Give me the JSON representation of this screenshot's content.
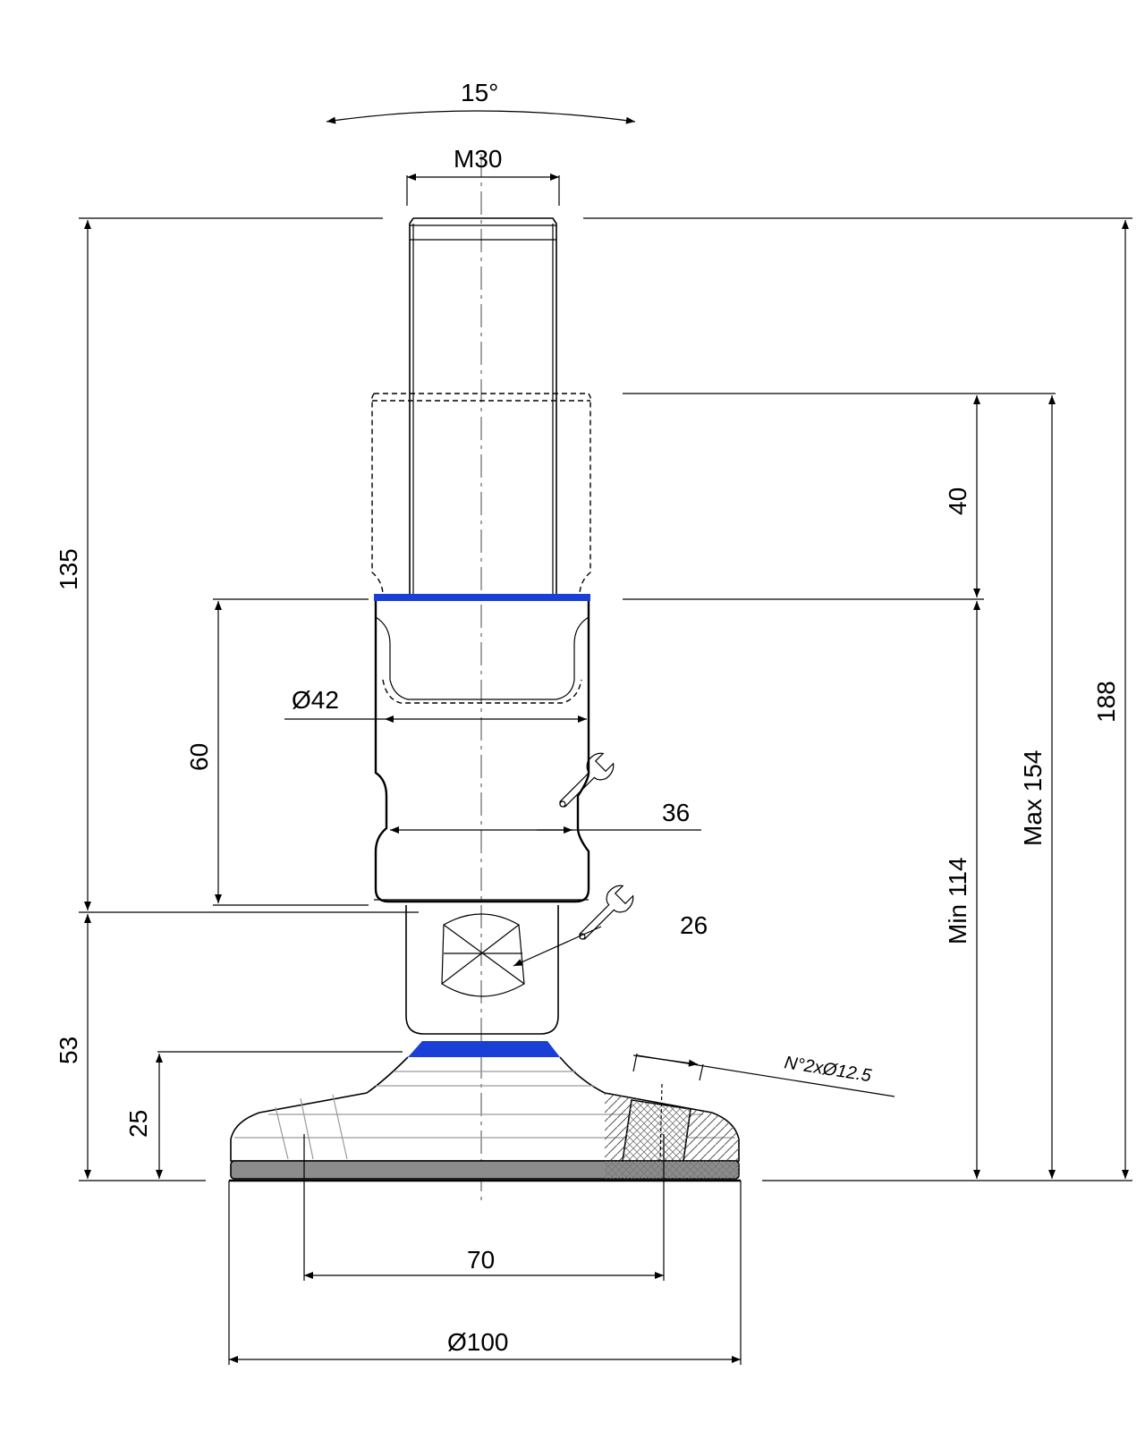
{
  "drawing": {
    "dimensions": {
      "tilt_angle": "15°",
      "thread": "M30",
      "total_height_left": "135",
      "base_height_left": "53",
      "pad_height": "25",
      "body_height": "60",
      "body_diameter": "Ø42",
      "wrench_large": "36",
      "wrench_small": "26",
      "travel": "40",
      "min_height": "Min 114",
      "max_height": "Max 154",
      "overall_height": "188",
      "holes": "N°2xØ12.5",
      "hole_spacing": "70",
      "base_diameter": "Ø100"
    },
    "colors": {
      "ring": "#1a3fd6",
      "rubber_pad": "#8c8c8c",
      "line": "#000000"
    },
    "icons": {
      "wrench": "wrench-icon"
    }
  }
}
